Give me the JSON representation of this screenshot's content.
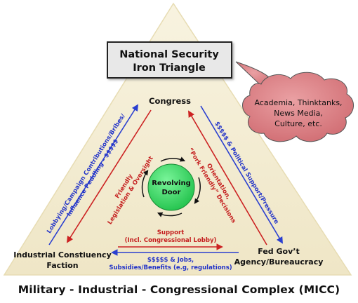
{
  "title_box": {
    "line1": "National Security",
    "line2": "Iron Triangle"
  },
  "cloud": {
    "lines": [
      "Academia, Thinktanks,",
      "News Media,",
      "Culture, etc."
    ],
    "fill": "#d9757a"
  },
  "nodes": {
    "congress": "Congress",
    "industry": [
      "Industrial Constiuency",
      "Faction"
    ],
    "agency": [
      "Fed Gov’t",
      "Agency/Bureaucracy"
    ]
  },
  "center": {
    "lines": [
      "Revolving",
      "Door"
    ],
    "fill": "#3ee06a"
  },
  "edges": {
    "left_outer": [
      "Lobbying/Campaign Contributions/Bribes/",
      "Influence Peddling - $$$$$"
    ],
    "left_inner": [
      "Friendly",
      "Legislation & Oversight"
    ],
    "right_outer": "$$$$$ & Political Support/Pressure",
    "right_inner": [
      "Orientation,",
      "“Pork Friendly” Decisions"
    ],
    "bottom_top": [
      "Support",
      "(Incl. Congressional Lobby)"
    ],
    "bottom_bottom": [
      "$$$$$ & Jobs,",
      "Subsidies/Benefits (e.g, regulations)"
    ]
  },
  "caption": "Military - Industrial - Congressional Complex (MICC)",
  "colors": {
    "triangle": "#f3ecd2",
    "red_arrow": "#cc2222",
    "blue_arrow": "#2a3fd0",
    "red_text": "#c41e1e",
    "blue_text": "#2233c8"
  }
}
